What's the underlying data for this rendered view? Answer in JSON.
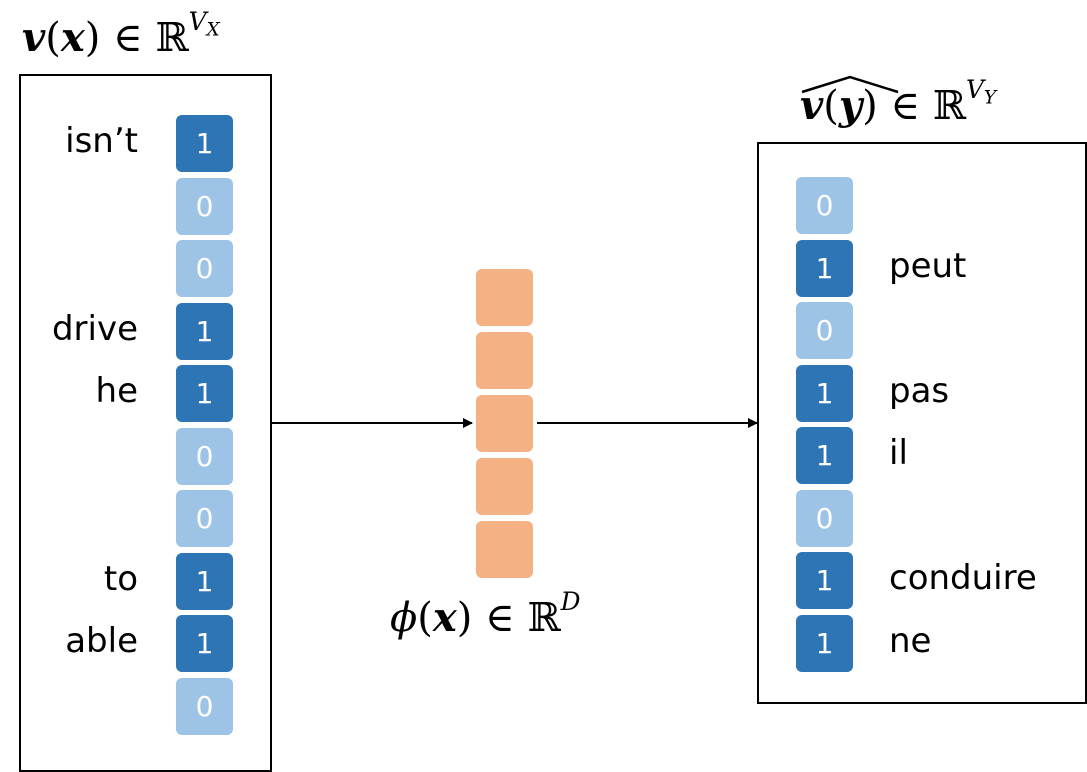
{
  "input_vector": {
    "label": "v(x) ∈ ℝ^VX",
    "rows": [
      {
        "word": "isn’t",
        "value": "1"
      },
      {
        "word": "",
        "value": "0"
      },
      {
        "word": "",
        "value": "0"
      },
      {
        "word": "drive",
        "value": "1"
      },
      {
        "word": "he",
        "value": "1"
      },
      {
        "word": "",
        "value": "0"
      },
      {
        "word": "",
        "value": "0"
      },
      {
        "word": "to",
        "value": "1"
      },
      {
        "word": "able",
        "value": "1"
      },
      {
        "word": "",
        "value": "0"
      }
    ]
  },
  "embedding": {
    "label": "ϕ(x) ∈ ℝ^D",
    "cells": 5
  },
  "output_vector": {
    "label": "v(y) hat ∈ ℝ^VY",
    "rows": [
      {
        "word": "",
        "value": "0"
      },
      {
        "word": "peut",
        "value": "1"
      },
      {
        "word": "",
        "value": "0"
      },
      {
        "word": "pas",
        "value": "1"
      },
      {
        "word": "il",
        "value": "1"
      },
      {
        "word": "",
        "value": "0"
      },
      {
        "word": "conduire",
        "value": "1"
      },
      {
        "word": "ne",
        "value": "1"
      }
    ]
  },
  "colors": {
    "one": "#2e75b6",
    "zero": "#9dc3e6",
    "embedding": "#f4b183"
  }
}
